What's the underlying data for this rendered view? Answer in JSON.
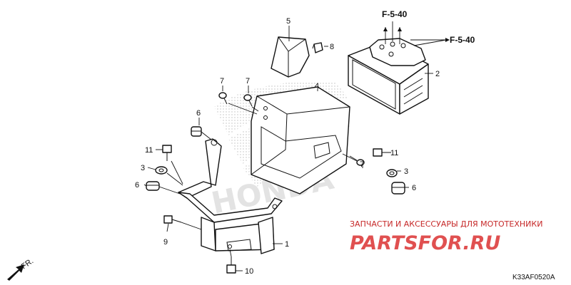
{
  "callouts": {
    "p1": "1",
    "p2": "2",
    "p3a": "3",
    "p3b": "3",
    "p4": "4",
    "p5": "5",
    "p6a": "6",
    "p6b": "6",
    "p6c": "6",
    "p7a": "7",
    "p7b": "7",
    "p7c": "7",
    "p8": "8",
    "p9": "9",
    "p10": "10",
    "p11a": "11",
    "p11b": "11"
  },
  "refs": {
    "top": "F-5-40",
    "right": "F-5-40"
  },
  "front_label": "FR.",
  "diagram_code": "K33AF0520A",
  "watermark": {
    "tagline": "ЗАПЧАСТИ И АКСЕССУАРЫ ДЛЯ МОТОТЕХНИКИ",
    "brand": "PARTSFOR.RU",
    "color": "#e05050"
  },
  "background_mark": {
    "text": "HONDA",
    "color": "#d9d9d9"
  }
}
